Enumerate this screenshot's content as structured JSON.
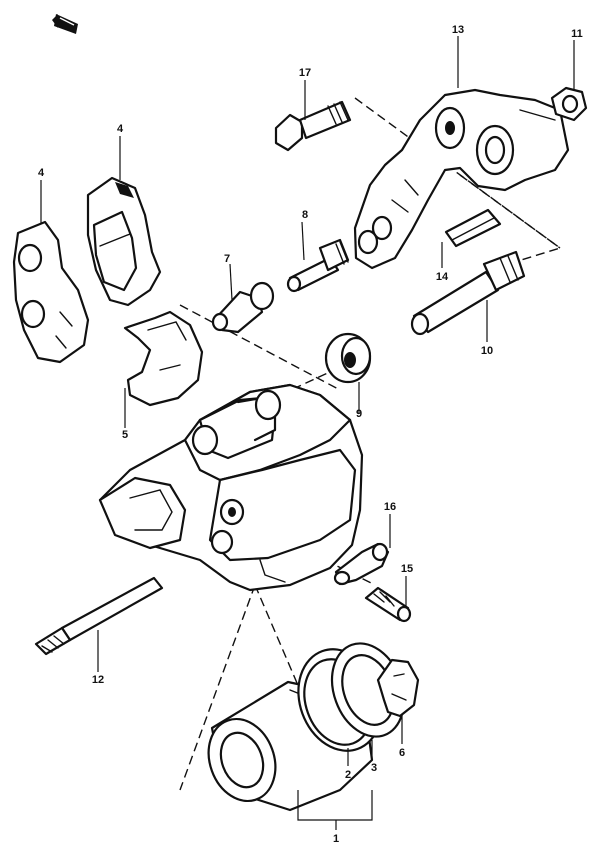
{
  "callouts": {
    "part_1": "1",
    "part_2": "2",
    "part_3": "3",
    "part_4a": "4",
    "part_4b": "4",
    "part_5": "5",
    "part_6": "6",
    "part_7": "7",
    "part_8": "8",
    "part_9": "9",
    "part_10": "10",
    "part_11": "11",
    "part_12": "12",
    "part_13": "13",
    "part_14": "14",
    "part_15": "15",
    "part_16": "16",
    "part_17": "17"
  },
  "icons": {
    "front_arrow": "direction-arrow-icon"
  }
}
